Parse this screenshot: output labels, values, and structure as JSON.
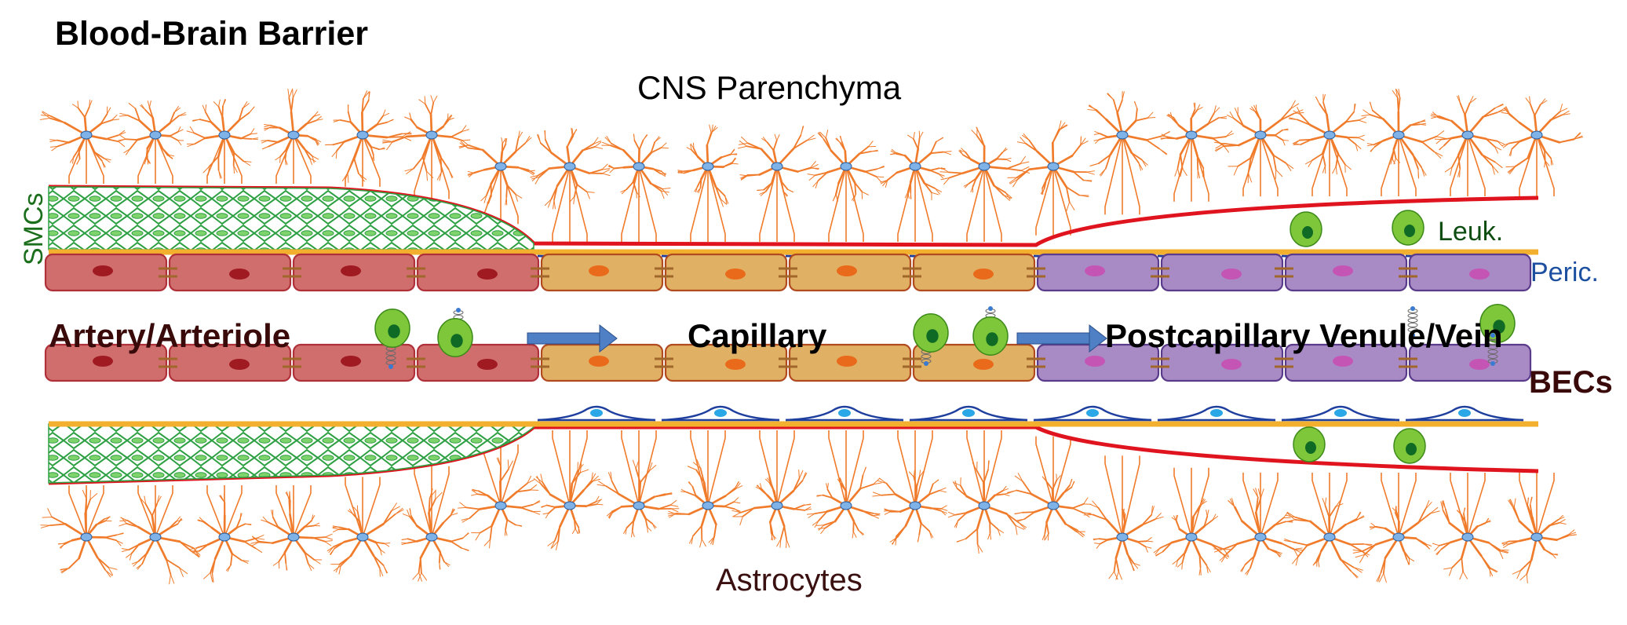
{
  "title": "Blood-Brain Barrier",
  "labels": {
    "parenchyma": "CNS Parenchyma",
    "astrocytes": "Astrocytes",
    "smcs": "SMCs",
    "leuk": "Leuk.",
    "peric": "Peric.",
    "becs": "BECs",
    "artery": "Artery/Arteriole",
    "capillary": "Capillary",
    "venule": "Postcapillary Venule/Vein"
  },
  "colors": {
    "title_text": "#000000",
    "parenchyma_text": "#000000",
    "astrocytes_text": "#3a1010",
    "smcs_text": "#1b6e1b",
    "leuk_text": "#0e4d12",
    "peric_text": "#1c4fa0",
    "becs_text": "#3a0a0a",
    "astrocyte": "#f07b2a",
    "astro_nucleus": "#7fb2e6",
    "basement_red": "#e0141e",
    "basement_orange": "#f2b02e",
    "smc_green": "#2ea043",
    "artery_cell": "#d06e6e",
    "artery_nucleus": "#a01a22",
    "capillary_cell": "#e0b064",
    "capillary_nucleus": "#e96a1a",
    "venule_cell": "#a88ac4",
    "venule_nucleus": "#c455b5",
    "pericyte": "#1f3f9e",
    "pericyte_nucleus": "#2aa7e6",
    "leukocyte": "#7ec63a",
    "leukocyte_nucleus": "#0e6a24",
    "junction": "#a0662a",
    "flow_arrow": "#4f7fc4"
  }
}
